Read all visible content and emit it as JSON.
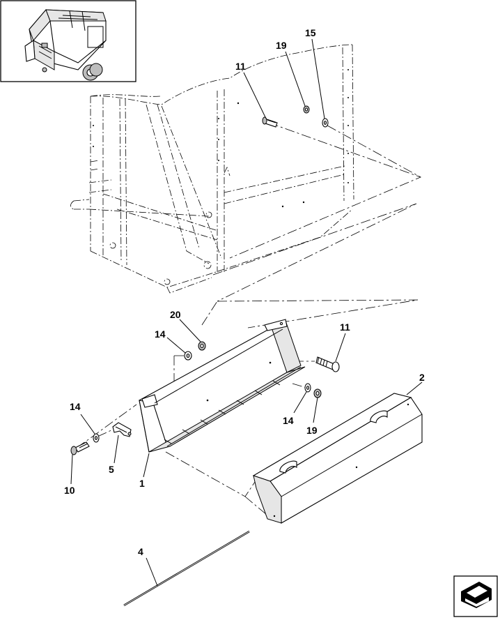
{
  "callouts": {
    "c11_top": "11",
    "c19_top": "19",
    "c15": "15",
    "c20": "20",
    "c14_upper": "14",
    "c11_mid": "11",
    "c2": "2",
    "c14_right": "14",
    "c19_right": "19",
    "c14_left": "14",
    "c5": "5",
    "c10": "10",
    "c1": "1",
    "c4": "4"
  },
  "icons": {
    "thumbnail": "round-baler-thumbnail-icon",
    "nav": "previous-page-arrow-icon"
  }
}
